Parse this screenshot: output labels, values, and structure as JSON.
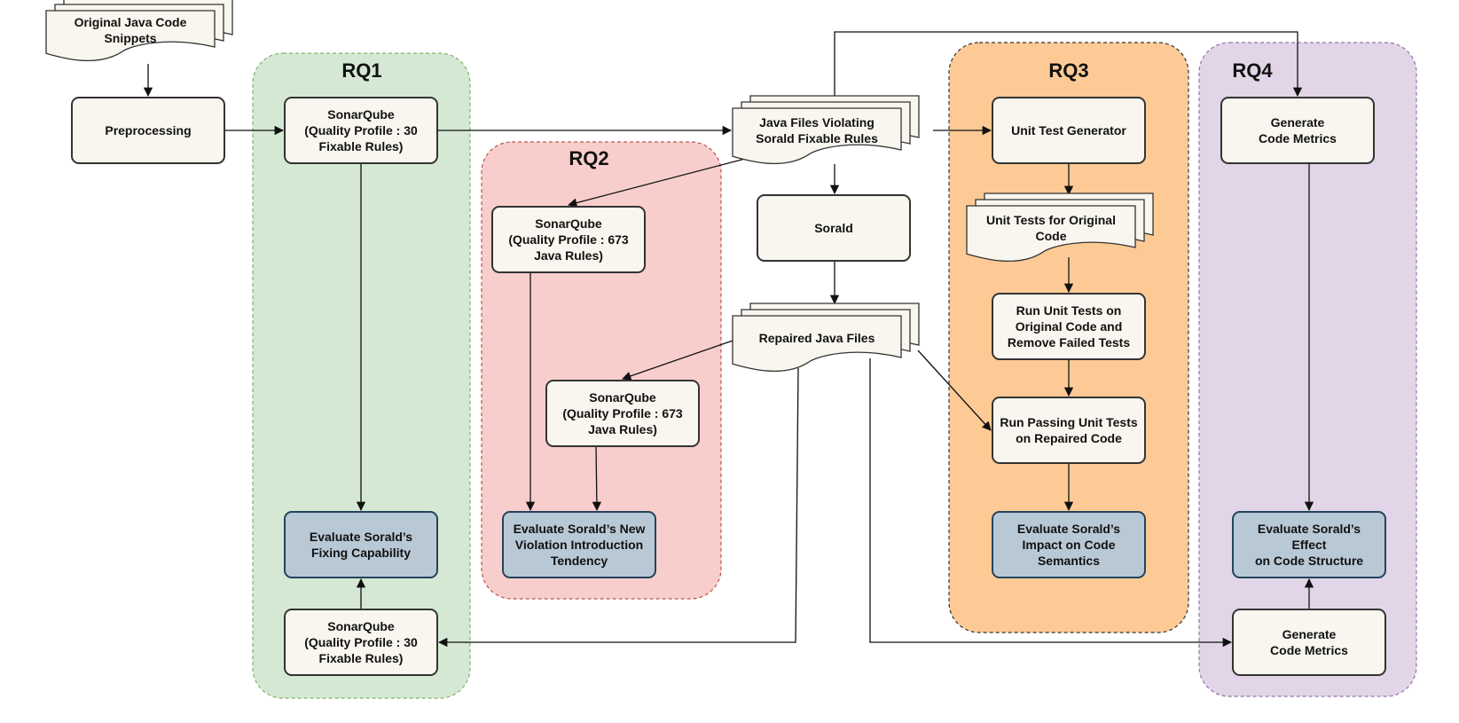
{
  "colors": {
    "rq1_fill": "#d5e8d4",
    "rq1_stroke": "#82b366",
    "rq2_fill": "#f8cecc",
    "rq2_stroke": "#b85450",
    "rq3_fill": "#fdca95",
    "rq3_stroke": "#333333",
    "rq4_fill": "#e1d5e7",
    "rq4_stroke": "#9673a6",
    "node_fill": "#f8f6ee",
    "node_stroke": "#333333",
    "eval_fill": "#b9c8d5",
    "eval_stroke": "#23445d"
  },
  "regions": [
    {
      "id": "rq1",
      "title": "RQ1"
    },
    {
      "id": "rq2",
      "title": "RQ2"
    },
    {
      "id": "rq3",
      "title": "RQ3"
    },
    {
      "id": "rq4",
      "title": "RQ4"
    }
  ],
  "nodes": [
    {
      "id": "original-snippets",
      "kind": "multidoc",
      "lines": [
        "Original Java Code",
        "Snippets"
      ]
    },
    {
      "id": "preprocessing",
      "kind": "process",
      "lines": [
        "Preprocessing"
      ]
    },
    {
      "id": "rq1-sonarqube-top",
      "kind": "process",
      "lines": [
        "SonarQube",
        "(Quality Profile : 30",
        "Fixable Rules)"
      ]
    },
    {
      "id": "rq1-evaluate",
      "kind": "eval",
      "lines": [
        "Evaluate Sorald’s",
        "Fixing Capability"
      ]
    },
    {
      "id": "rq1-sonarqube-bottom",
      "kind": "process",
      "lines": [
        "SonarQube",
        "(Quality Profile : 30",
        "Fixable Rules)"
      ]
    },
    {
      "id": "java-files-violating",
      "kind": "multidoc",
      "lines": [
        "Java Files Violating",
        "Sorald Fixable Rules"
      ]
    },
    {
      "id": "sorald",
      "kind": "process",
      "lines": [
        "Sorald"
      ]
    },
    {
      "id": "repaired-java-files",
      "kind": "multidoc",
      "lines": [
        "Repaired Java Files"
      ]
    },
    {
      "id": "rq2-sonarqube-top",
      "kind": "process",
      "lines": [
        "SonarQube",
        "(Quality Profile : 673",
        "Java Rules)"
      ]
    },
    {
      "id": "rq2-sonarqube-mid",
      "kind": "process",
      "lines": [
        "SonarQube",
        "(Quality Profile : 673",
        "Java Rules)"
      ]
    },
    {
      "id": "rq2-evaluate",
      "kind": "eval",
      "lines": [
        "Evaluate Sorald’s New",
        "Violation Introduction",
        "Tendency"
      ]
    },
    {
      "id": "unit-test-generator",
      "kind": "process",
      "lines": [
        "Unit Test Generator"
      ]
    },
    {
      "id": "unit-tests-original",
      "kind": "multidoc",
      "lines": [
        "Unit Tests for Original",
        "Code"
      ]
    },
    {
      "id": "run-unit-tests-original",
      "kind": "process",
      "lines": [
        "Run Unit Tests on",
        "Original Code and",
        "Remove Failed Tests"
      ]
    },
    {
      "id": "run-passing-tests",
      "kind": "process",
      "lines": [
        "Run Passing Unit Tests",
        "on Repaired Code"
      ]
    },
    {
      "id": "rq3-evaluate",
      "kind": "eval",
      "lines": [
        "Evaluate Sorald’s",
        "Impact on Code",
        "Semantics"
      ]
    },
    {
      "id": "rq4-metrics-top",
      "kind": "process",
      "lines": [
        "Generate",
        "Code Metrics"
      ]
    },
    {
      "id": "rq4-evaluate",
      "kind": "eval",
      "lines": [
        "Evaluate Sorald’s",
        "Effect",
        "on Code Structure"
      ]
    },
    {
      "id": "rq4-metrics-bottom",
      "kind": "process",
      "lines": [
        "Generate",
        "Code Metrics"
      ]
    }
  ],
  "edges": [
    {
      "from": "original-snippets",
      "to": "preprocessing"
    },
    {
      "from": "preprocessing",
      "to": "rq1-sonarqube-top"
    },
    {
      "from": "rq1-sonarqube-top",
      "to": "java-files-violating"
    },
    {
      "from": "rq1-sonarqube-top",
      "to": "rq1-evaluate"
    },
    {
      "from": "java-files-violating",
      "to": "rq2-sonarqube-top"
    },
    {
      "from": "java-files-violating",
      "to": "sorald"
    },
    {
      "from": "java-files-violating",
      "to": "unit-test-generator"
    },
    {
      "from": "java-files-violating",
      "to": "rq4-metrics-top"
    },
    {
      "from": "sorald",
      "to": "repaired-java-files"
    },
    {
      "from": "repaired-java-files",
      "to": "rq2-sonarqube-mid"
    },
    {
      "from": "repaired-java-files",
      "to": "run-passing-tests"
    },
    {
      "from": "repaired-java-files",
      "to": "rq1-sonarqube-bottom"
    },
    {
      "from": "repaired-java-files",
      "to": "rq4-metrics-bottom"
    },
    {
      "from": "rq2-sonarqube-top",
      "to": "rq2-evaluate"
    },
    {
      "from": "rq2-sonarqube-mid",
      "to": "rq2-evaluate"
    },
    {
      "from": "rq1-sonarqube-bottom",
      "to": "rq1-evaluate"
    },
    {
      "from": "unit-test-generator",
      "to": "unit-tests-original"
    },
    {
      "from": "unit-tests-original",
      "to": "run-unit-tests-original"
    },
    {
      "from": "run-unit-tests-original",
      "to": "run-passing-tests"
    },
    {
      "from": "run-passing-tests",
      "to": "rq3-evaluate"
    },
    {
      "from": "rq4-metrics-top",
      "to": "rq4-evaluate"
    },
    {
      "from": "rq4-metrics-bottom",
      "to": "rq4-evaluate"
    }
  ]
}
